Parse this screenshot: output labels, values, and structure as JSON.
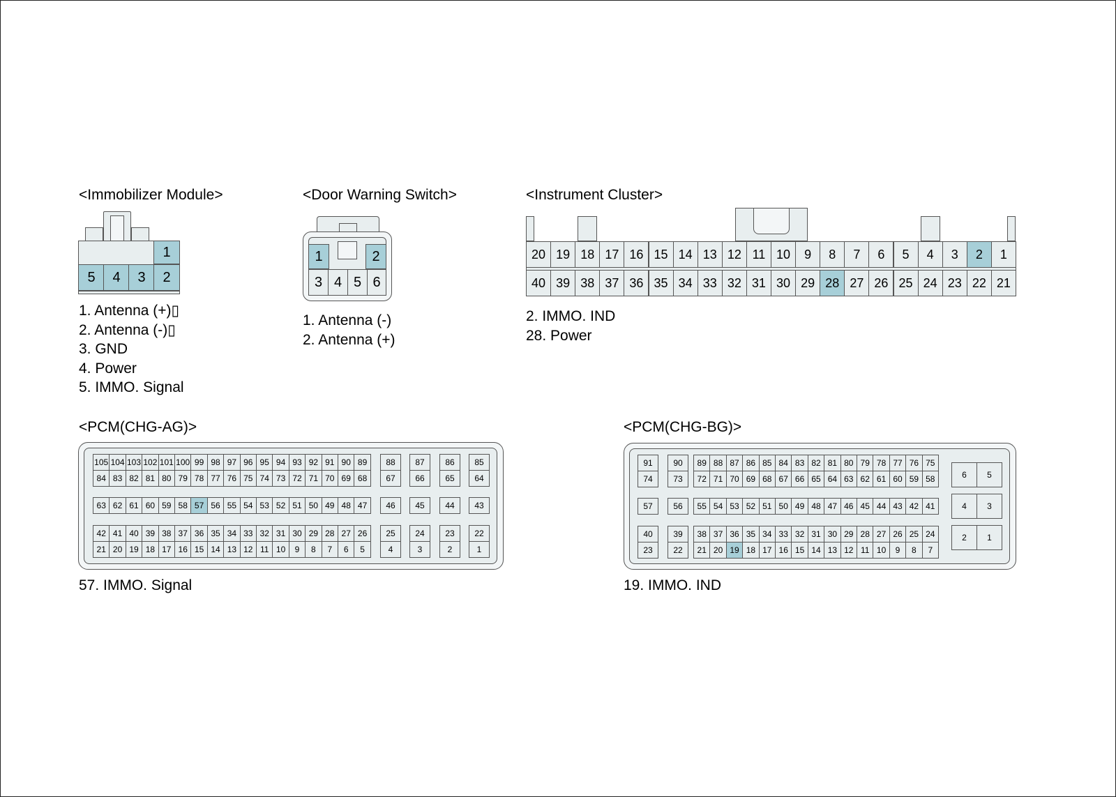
{
  "immobilizer": {
    "title": "<Immobilizer Module>",
    "pins": [
      "1",
      "5",
      "4",
      "3",
      "2"
    ],
    "legend": [
      "1. Antenna (+)▯",
      "2. Antenna (-)▯",
      "3. GND",
      "4. Power",
      "5. IMMO. Signal"
    ]
  },
  "door_switch": {
    "title": "<Door Warning Switch>",
    "pins": [
      "1",
      "2",
      "3",
      "4",
      "5",
      "6"
    ],
    "legend": [
      "1. Antenna (-)",
      "2. Antenna (+)"
    ]
  },
  "cluster": {
    "title": "<Instrument Cluster>",
    "top_row": [
      "20",
      "19",
      "18",
      "17",
      "16",
      "15",
      "14",
      "13",
      "12",
      "11",
      "10",
      "9",
      "8",
      "7",
      "6",
      "5",
      "4",
      "3",
      "2",
      "1"
    ],
    "bottom_row": [
      "40",
      "39",
      "38",
      "37",
      "36",
      "35",
      "34",
      "33",
      "32",
      "31",
      "30",
      "29",
      "28",
      "27",
      "26",
      "25",
      "24",
      "23",
      "22",
      "21"
    ],
    "highlighted": [
      "2",
      "28"
    ],
    "legend": [
      "2. IMMO. IND",
      "28. Power"
    ]
  },
  "pcm_ag": {
    "title": "<PCM(CHG-AG)>",
    "legend": "57. IMMO. Signal",
    "highlighted": [
      "57"
    ],
    "main_rows": [
      [
        "105",
        "104",
        "103",
        "102",
        "101",
        "100",
        "99",
        "98",
        "97",
        "96",
        "95",
        "94",
        "93",
        "92",
        "91",
        "90",
        "89"
      ],
      [
        "84",
        "83",
        "82",
        "81",
        "80",
        "79",
        "78",
        "77",
        "76",
        "75",
        "74",
        "73",
        "72",
        "71",
        "70",
        "69",
        "68"
      ],
      [
        "63",
        "62",
        "61",
        "60",
        "59",
        "58",
        "57",
        "56",
        "55",
        "54",
        "53",
        "52",
        "51",
        "50",
        "49",
        "48",
        "47"
      ],
      [
        "42",
        "41",
        "40",
        "39",
        "38",
        "37",
        "36",
        "35",
        "34",
        "33",
        "32",
        "31",
        "30",
        "29",
        "28",
        "27",
        "26"
      ],
      [
        "21",
        "20",
        "19",
        "18",
        "17",
        "16",
        "15",
        "14",
        "13",
        "12",
        "11",
        "10",
        "9",
        "8",
        "7",
        "6",
        "5"
      ]
    ],
    "side_rows": [
      [
        "88",
        "87",
        "86",
        "85"
      ],
      [
        "67",
        "66",
        "65",
        "64"
      ],
      [
        "46",
        "45",
        "44",
        "43"
      ],
      [
        "25",
        "24",
        "23",
        "22"
      ],
      [
        "4",
        "3",
        "2",
        "1"
      ]
    ]
  },
  "pcm_bg": {
    "title": "<PCM(CHG-BG)>",
    "legend": "19. IMMO. IND",
    "highlighted": [
      "19"
    ],
    "left_rows": [
      [
        "91",
        "90"
      ],
      [
        "74",
        "73"
      ],
      [
        "57",
        "56"
      ],
      [
        "40",
        "39"
      ],
      [
        "23",
        "22"
      ]
    ],
    "main_rows": [
      [
        "89",
        "88",
        "87",
        "86",
        "85",
        "84",
        "83",
        "82",
        "81",
        "80",
        "79",
        "78",
        "77",
        "76",
        "75"
      ],
      [
        "72",
        "71",
        "70",
        "69",
        "68",
        "67",
        "66",
        "65",
        "64",
        "63",
        "62",
        "61",
        "60",
        "59",
        "58"
      ],
      [
        "55",
        "54",
        "53",
        "52",
        "51",
        "50",
        "49",
        "48",
        "47",
        "46",
        "45",
        "44",
        "43",
        "42",
        "41"
      ],
      [
        "38",
        "37",
        "36",
        "35",
        "34",
        "33",
        "32",
        "31",
        "30",
        "29",
        "28",
        "27",
        "26",
        "25",
        "24"
      ],
      [
        "21",
        "20",
        "19",
        "18",
        "17",
        "16",
        "15",
        "14",
        "13",
        "12",
        "11",
        "10",
        "9",
        "8",
        "7"
      ]
    ],
    "right_rows": [
      [
        "6",
        "5"
      ],
      [
        "4",
        "3"
      ],
      [
        "2",
        "1"
      ]
    ]
  }
}
